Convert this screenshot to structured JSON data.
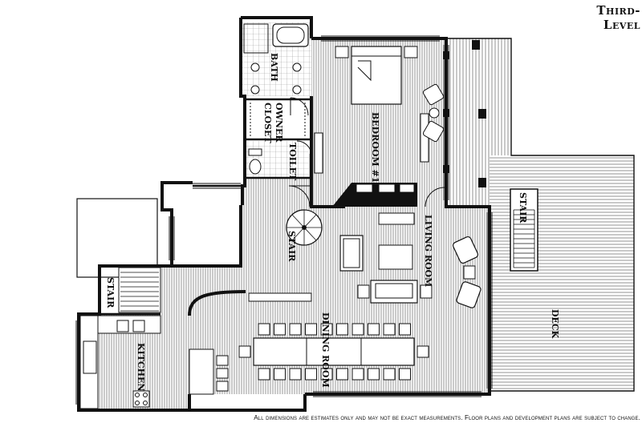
{
  "title": "Third-Level",
  "rooms": {
    "bath": "BATH",
    "owner_closet": "OWNER CLOSET",
    "toilet": "TOILET",
    "bedroom": "BEDROOM #10",
    "stair_main": "STAIR",
    "stair_spiral": "STAIR",
    "stair_left": "STAIR",
    "living_room": "LIVING ROOM",
    "dining_room": "DINING ROOM",
    "kitchen": "KITCHEN",
    "deck": "DECK"
  },
  "disclaimer": "All dimensions are estimates only and may not be exact measurements. Floor plans and development plans are subject to change."
}
